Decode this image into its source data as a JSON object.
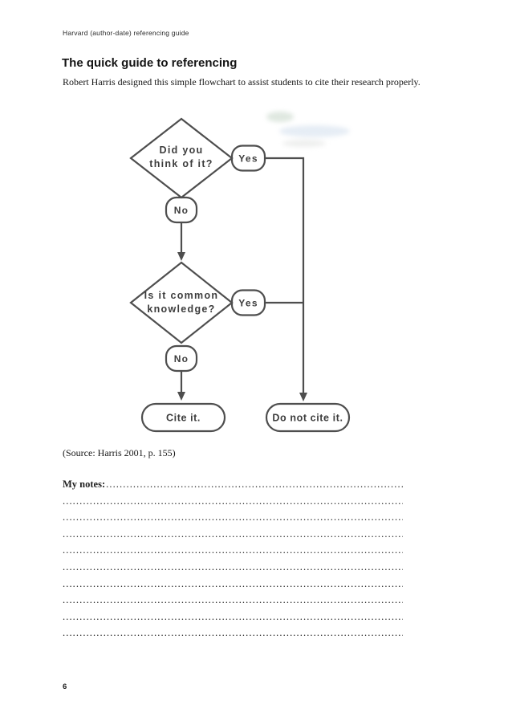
{
  "page": {
    "header": "Harvard (author-date) referencing guide",
    "title": "The quick guide to referencing",
    "intro": "Robert Harris designed this simple flowchart to assist students to cite their research properly.",
    "source": "(Source: Harris 2001, p. 155)",
    "page_number": "6"
  },
  "flowchart": {
    "decision1": {
      "line1": "Did you",
      "line2": "think of it?"
    },
    "decision1_yes": "Yes",
    "decision1_no": "No",
    "decision2": {
      "line1": "Is it common",
      "line2": "knowledge?"
    },
    "decision2_yes": "Yes",
    "decision2_no": "No",
    "terminal_cite": "Cite it.",
    "terminal_do_not_cite": "Do not cite it.",
    "line_color": "#4e4e4e",
    "text_color": "#3d3d3d"
  },
  "notes": {
    "label": "My notes:",
    "rows_total": 10,
    "dot_char": "."
  }
}
